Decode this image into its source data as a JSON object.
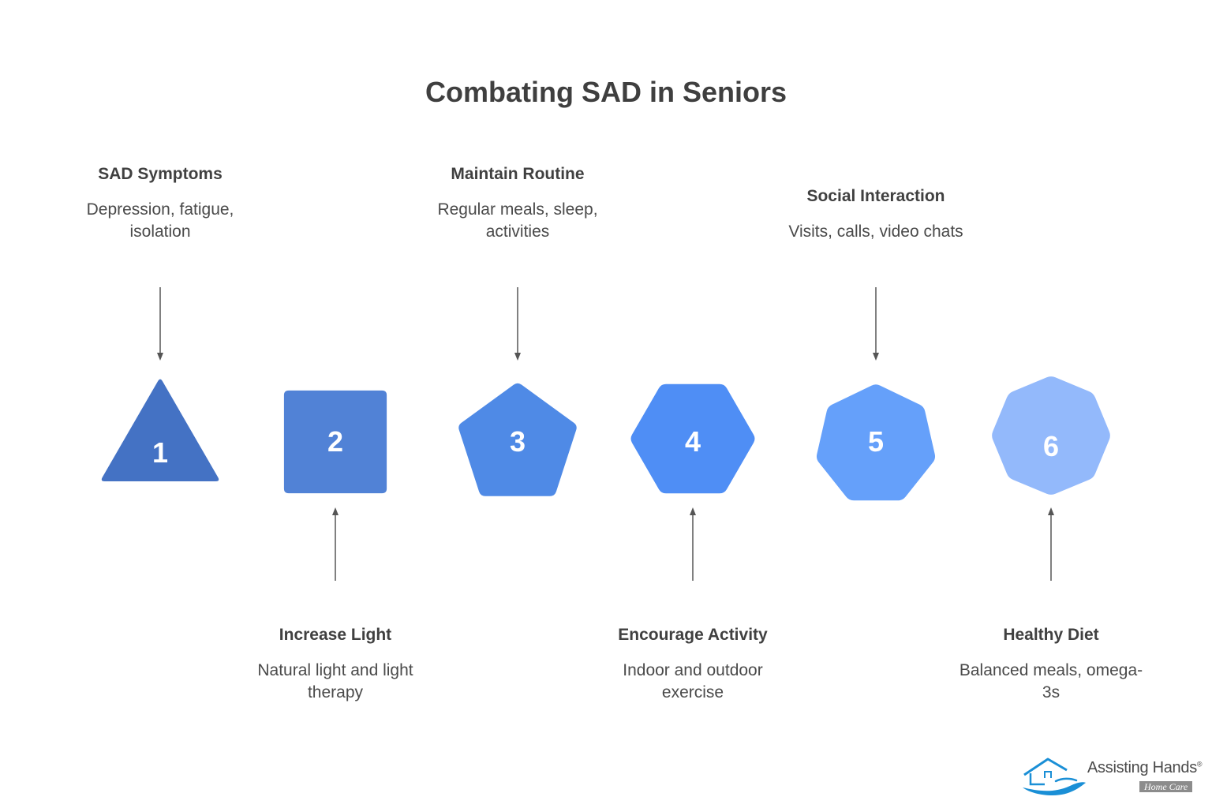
{
  "title": "Combating SAD in Seniors",
  "steps": [
    {
      "number": "1",
      "shape": "triangle",
      "title": "SAD Symptoms",
      "desc_lines": [
        "Depression, fatigue,",
        "isolation"
      ],
      "color": "#4472c4",
      "label_position": "top"
    },
    {
      "number": "2",
      "shape": "square",
      "title": "Increase Light",
      "desc_lines": [
        "Natural light and light",
        "therapy"
      ],
      "color": "#5182d6",
      "label_position": "bottom"
    },
    {
      "number": "3",
      "shape": "pentagon",
      "title": "Maintain Routine",
      "desc_lines": [
        "Regular meals, sleep,",
        "activities"
      ],
      "color": "#4f8ae6",
      "label_position": "top"
    },
    {
      "number": "4",
      "shape": "hexagon",
      "title": "Encourage Activity",
      "desc_lines": [
        "Indoor and outdoor",
        "exercise"
      ],
      "color": "#4f8ef5",
      "label_position": "bottom"
    },
    {
      "number": "5",
      "shape": "heptagon",
      "title": "Social Interaction",
      "desc_lines": [
        "Visits, calls, video chats"
      ],
      "color": "#65a0fa",
      "label_position": "top"
    },
    {
      "number": "6",
      "shape": "octagon",
      "title": "Healthy Diet",
      "desc_lines": [
        "Balanced meals, omega-",
        "3s"
      ],
      "color": "#93b9fb",
      "label_position": "bottom"
    }
  ],
  "colors": {
    "arrow": "#808080",
    "title_text": "#3f3f3f",
    "logo_blue": "#1a8fd6"
  },
  "logo": {
    "name": "Assisting Hands",
    "registered": "®",
    "sub": "Home Care",
    "icon": "house-hand-icon"
  }
}
